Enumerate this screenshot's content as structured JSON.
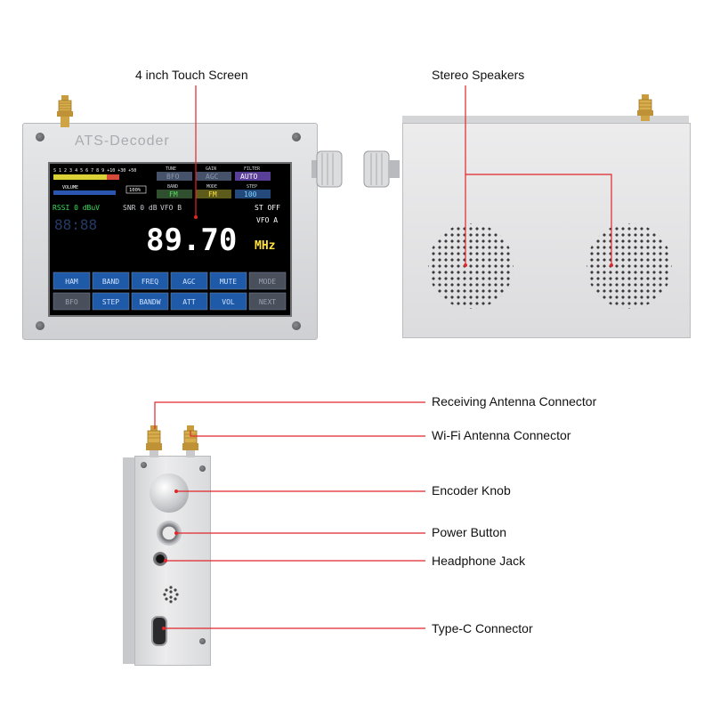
{
  "labels": {
    "touch_screen": "4 inch Touch Screen",
    "speakers": "Stereo Speakers",
    "rx_antenna": "Receiving Antenna Connector",
    "wifi_antenna": "Wi-Fi Antenna Connector",
    "encoder": "Encoder Knob",
    "power": "Power Button",
    "headphone": "Headphone Jack",
    "typec": "Type-C Connector"
  },
  "device": {
    "brand": "ATS-Decoder"
  },
  "screen": {
    "meter_scale": "S 1 2 3 4 5 6 7 8 9 +10 +30 +50",
    "volume_label": "VOLUME",
    "volume_value": "100%",
    "tune_label": "TUNE",
    "tune_value": "BFO",
    "gain_label": "GAIN",
    "gain_value": "AGC",
    "filter_label": "FILTER",
    "filter_value": "AUTO",
    "band_label": "BAND",
    "band_value": "FM",
    "mode_label": "MODE",
    "mode_value": "FM",
    "step_label": "STEP",
    "step_value": "100",
    "rssi": "RSSI 0 dBuV",
    "snr": "SNR 0 dB",
    "vfo_b": "VFO B",
    "st_off": "ST OFF",
    "vfo_a": "VFO A",
    "secondary_freq": "88:88",
    "frequency": "89.70",
    "unit": "MHz",
    "buttons_row1": [
      "HAM",
      "BAND",
      "FREQ",
      "AGC",
      "MUTE",
      "MODE"
    ],
    "buttons_row2": [
      "BFO",
      "STEP",
      "BANDW",
      "ATT",
      "VOL",
      "NEXT"
    ]
  },
  "colors": {
    "callout_line": "#e0262b",
    "lcd_cyan": "#1fe0e0",
    "button_blue": "#1e5aa8",
    "freq_yellow": "#ffe23a"
  }
}
